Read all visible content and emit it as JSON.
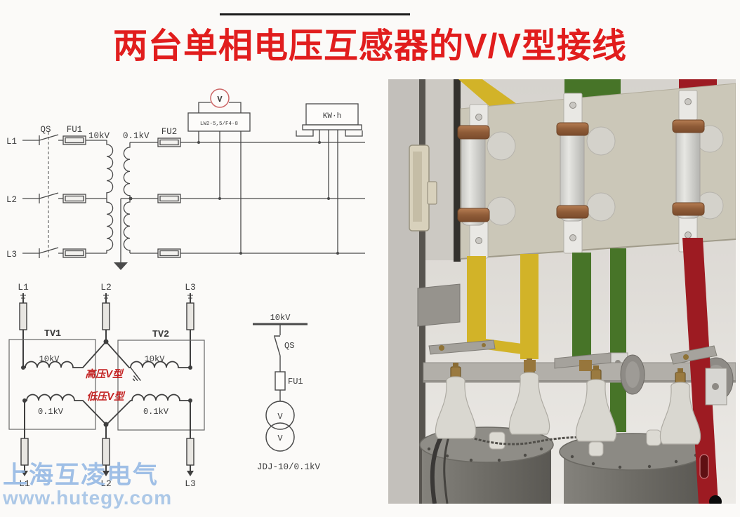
{
  "title": "两台单相电压互感器的V/V型接线",
  "top_circuit": {
    "phases": [
      "L1",
      "L2",
      "L3"
    ],
    "qs": "QS",
    "fu1": "FU1",
    "hv": "10kV",
    "lv": "0.1kV",
    "fu2": "FU2",
    "voltmeter": "V",
    "selector": "LW2-5,5/F4-8",
    "meter": "KW·h"
  },
  "vv": {
    "phases_top": [
      "L1",
      "L2",
      "L3"
    ],
    "phases_bottom": [
      "L1",
      "L2",
      "L3"
    ],
    "tv1": "TV1",
    "tv2": "TV2",
    "hv": "10kV",
    "lv": "0.1kV",
    "hv_type": "高压V型",
    "lv_type": "低压V型"
  },
  "single_line": {
    "bus": "10kV",
    "qs": "QS",
    "fu": "FU1",
    "v": "V",
    "model": "JDJ-10/0.1kV"
  },
  "watermark": {
    "company": "上海互凌电气",
    "site": "www.hutegy.com"
  },
  "colors": {
    "title_red": "#e11d1d",
    "diagram_red": "#c32222",
    "line": "#4a4a4a",
    "watermark_blue": "#92b6e2",
    "busbar_yellow": "#d2b328",
    "busbar_green": "#477428",
    "busbar_red": "#9d1b22"
  }
}
